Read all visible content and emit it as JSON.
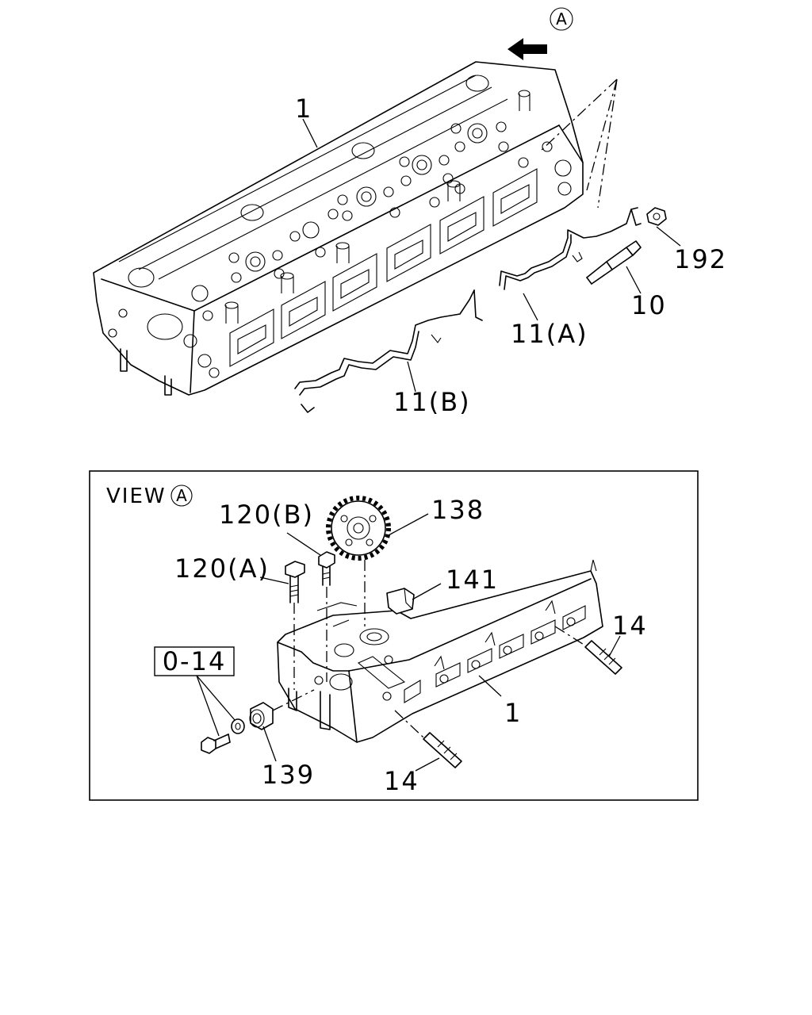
{
  "top": {
    "view_marker": "A",
    "callouts": {
      "c1": "1",
      "c192": "192",
      "c10": "10",
      "c11a": "11(A)",
      "c11b": "11(B)"
    }
  },
  "view_a": {
    "title": "VIEW",
    "marker": "A",
    "ref_box": "0-14",
    "callouts": {
      "c120b": "120(B)",
      "c120a": "120(A)",
      "c138": "138",
      "c141": "141",
      "c14_right": "14",
      "c1": "1",
      "c139": "139",
      "c14_bottom": "14"
    }
  }
}
